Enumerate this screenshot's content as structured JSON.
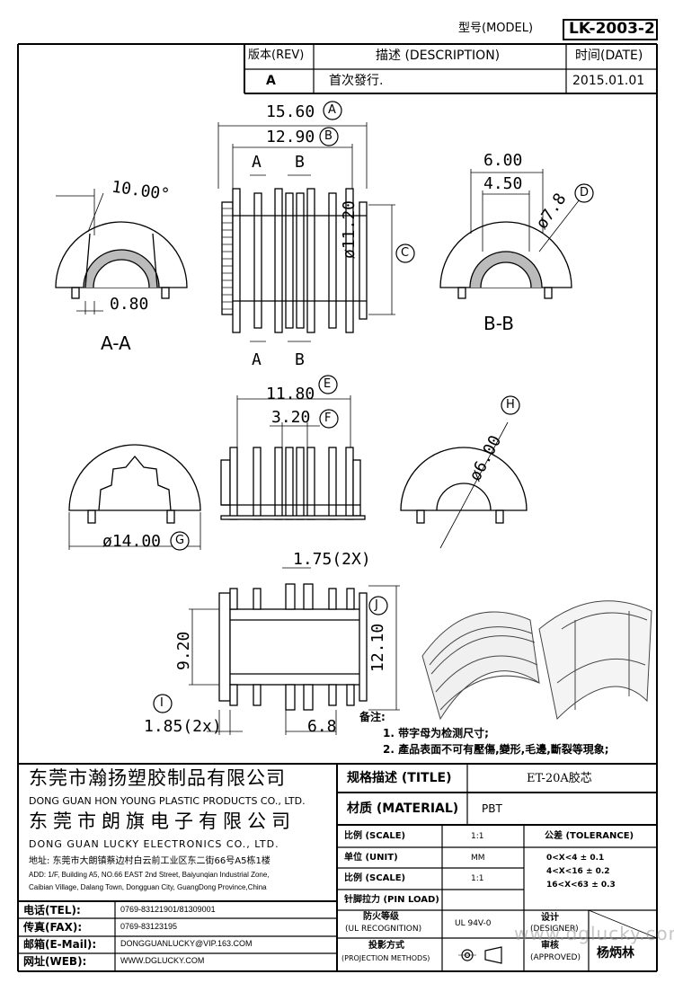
{
  "header": {
    "model_label": "型号(MODEL)",
    "model_value": "LK-2003-2",
    "rev_label": "版本(REV)",
    "desc_label": "描述 (DESCRIPTION)",
    "date_label": "时间(DATE)",
    "rev_value": "A",
    "desc_value": "首次發行.",
    "date_value": "2015.01.01"
  },
  "dims": {
    "d_15_60": "15.60",
    "d_12_90": "12.90",
    "sec_a": "A",
    "sec_b": "B",
    "d_11_20": "ø11.20",
    "d_6_00": "6.00",
    "d_4_50": "4.50",
    "d_7_8": "ø7.8",
    "angle": "10.00°",
    "d_0_80": "0.80",
    "view_aa": "A-A",
    "view_bb": "B-B",
    "d_11_80": "11.80",
    "d_3_20": "3.20",
    "d_14_00": "ø14.00",
    "d_6_00b": "ø6.00",
    "d_1_75": "1.75(2X)",
    "d_9_20": "9.20",
    "d_12_10": "12.10",
    "d_1_85": "1.85(2x)",
    "d_6_8": "6.8",
    "tag_a": "A",
    "tag_b": "B",
    "tag_c": "C",
    "tag_d": "D",
    "tag_e": "E",
    "tag_f": "F",
    "tag_g": "G",
    "tag_h": "H",
    "tag_i": "I",
    "tag_j": "J"
  },
  "notes": {
    "title": "备注:",
    "n1": "1. 带字母为检测尺寸;",
    "n2": "2. 產品表面不可有壓傷,變形,毛邊,斷裂等現象;"
  },
  "company": {
    "cn1": "东莞市瀚扬塑胶制品有限公司",
    "en1": "DONG GUAN HON YOUNG PLASTIC PRODUCTS CO., LTD.",
    "cn2": "东莞市朗旗电子有限公司",
    "en2": "DONG GUAN LUCKY ELECTRONICS CO., LTD.",
    "addr_cn": "地址: 东莞市大朗镇蔡边村白云前工业区东二街66号A5栋1楼",
    "addr_en1": "ADD: 1/F, Building A5, NO.66 EAST 2nd Street, Baiyunqian Industrial Zone,",
    "addr_en2": "Caibian Village, Dalang Town, Dongguan City, GuangDong Province,China",
    "tel_label": "电话(TEL):",
    "tel": "0769-83121901/81309001",
    "fax_label": "传真(FAX):",
    "fax": "0769-83123195",
    "mail_label": "邮箱(E-Mail):",
    "mail": "DONGGUANLUCKY@VIP.163.COM",
    "web_label": "网址(WEB):",
    "web": "WWW.DGLUCKY.COM"
  },
  "titleblock": {
    "title_label": "规格描述 (TITLE)",
    "title_value": "ET-20A胶芯",
    "material_label": "材质 (MATERIAL)",
    "material_value": "PBT",
    "scale_label": "比例 (SCALE)",
    "scale_value": "1:1",
    "tolerance_label": "公差 (TOLERANCE)",
    "unit_label": "单位 (UNIT)",
    "unit_value": "MM",
    "scale2_label": "比例 (SCALE)",
    "scale2_value": "1:1",
    "tol1": "0<X<4    ± 0.1",
    "tol2": "4<X<16    ± 0.2",
    "tol3": "16<X<63  ± 0.3",
    "pin_label": "针脚拉力 (PIN LOAD)",
    "ul_label1": "防火等级",
    "ul_label2": "(UL RECOGNITION)",
    "ul_value": "UL 94V-0",
    "designer_label1": "设计",
    "designer_label2": "(DESIGNER)",
    "proj_label1": "投影方式",
    "proj_label2": "(PROJECTION METHODS)",
    "approved_label1": "审核",
    "approved_label2": "(APPROVED)",
    "approved_value": "杨炳林",
    "watermark": "www.dglucky.com"
  }
}
